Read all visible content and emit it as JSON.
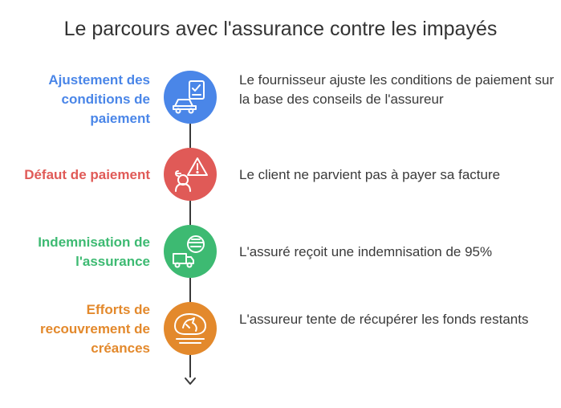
{
  "title": "Le parcours avec l'assurance contre les impayés",
  "steps": [
    {
      "label": "Ajustement des conditions de paiement",
      "description": "Le fournisseur ajuste les conditions de paiement sur la base des conseils de l'assureur",
      "color": "#4a86e8",
      "icon": "checklist-truck-icon"
    },
    {
      "label": "Défaut de paiement",
      "description": "Le client ne parvient pas à payer sa facture",
      "color": "#e05a57",
      "icon": "warning-person-icon"
    },
    {
      "label": "Indemnisation de l'assurance",
      "description": "L'assuré reçoit une indemnisation de 95%",
      "color": "#3dba72",
      "icon": "worker-truck-icon"
    },
    {
      "label": "Efforts de recouvrement de créances",
      "description": "L'assureur tente de récupérer les fonds restants",
      "color": "#e3892c",
      "icon": "recovery-icon"
    }
  ]
}
